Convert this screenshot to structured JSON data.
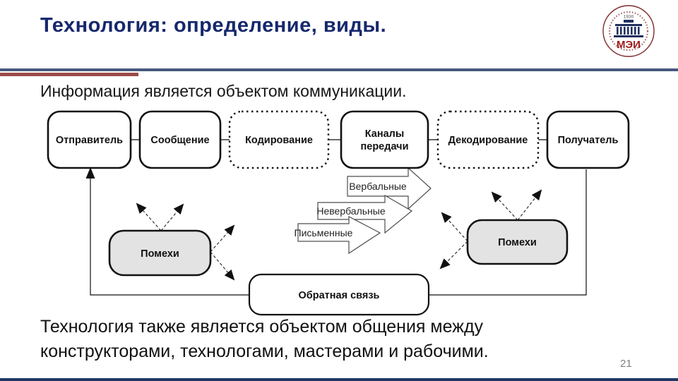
{
  "slide": {
    "title": "Технология: определение, виды.",
    "paragraph1": "Информация является объектом коммуникации.",
    "paragraph2_line1": "Технология также является объектом общения между",
    "paragraph2_line2": "конструкторами, технологами, мастерами и рабочими.",
    "page_number": "21"
  },
  "logo": {
    "acronym": "МЭИ",
    "year": "1930"
  },
  "colors": {
    "title_navy": "#16286d",
    "header_line_blue": "#46597e",
    "header_line_red": "#9c4a48",
    "noise_box_fill": "#e3e3e3",
    "footer_bar_navy": "#1f3864",
    "logo_maroon": "#9b1b1b"
  },
  "diagram": {
    "boxes": {
      "sender": "Отправитель",
      "message": "Сообщение",
      "encoding": "Кодирование",
      "channels_line1": "Каналы",
      "channels_line2": "передачи",
      "decoding": "Декодирование",
      "receiver": "Получатель",
      "noise": "Помехи",
      "feedback": "Обратная связь"
    },
    "channel_types": {
      "verbal": "Вербальные",
      "nonverbal": "Невербальные",
      "written": "Письменные"
    }
  }
}
